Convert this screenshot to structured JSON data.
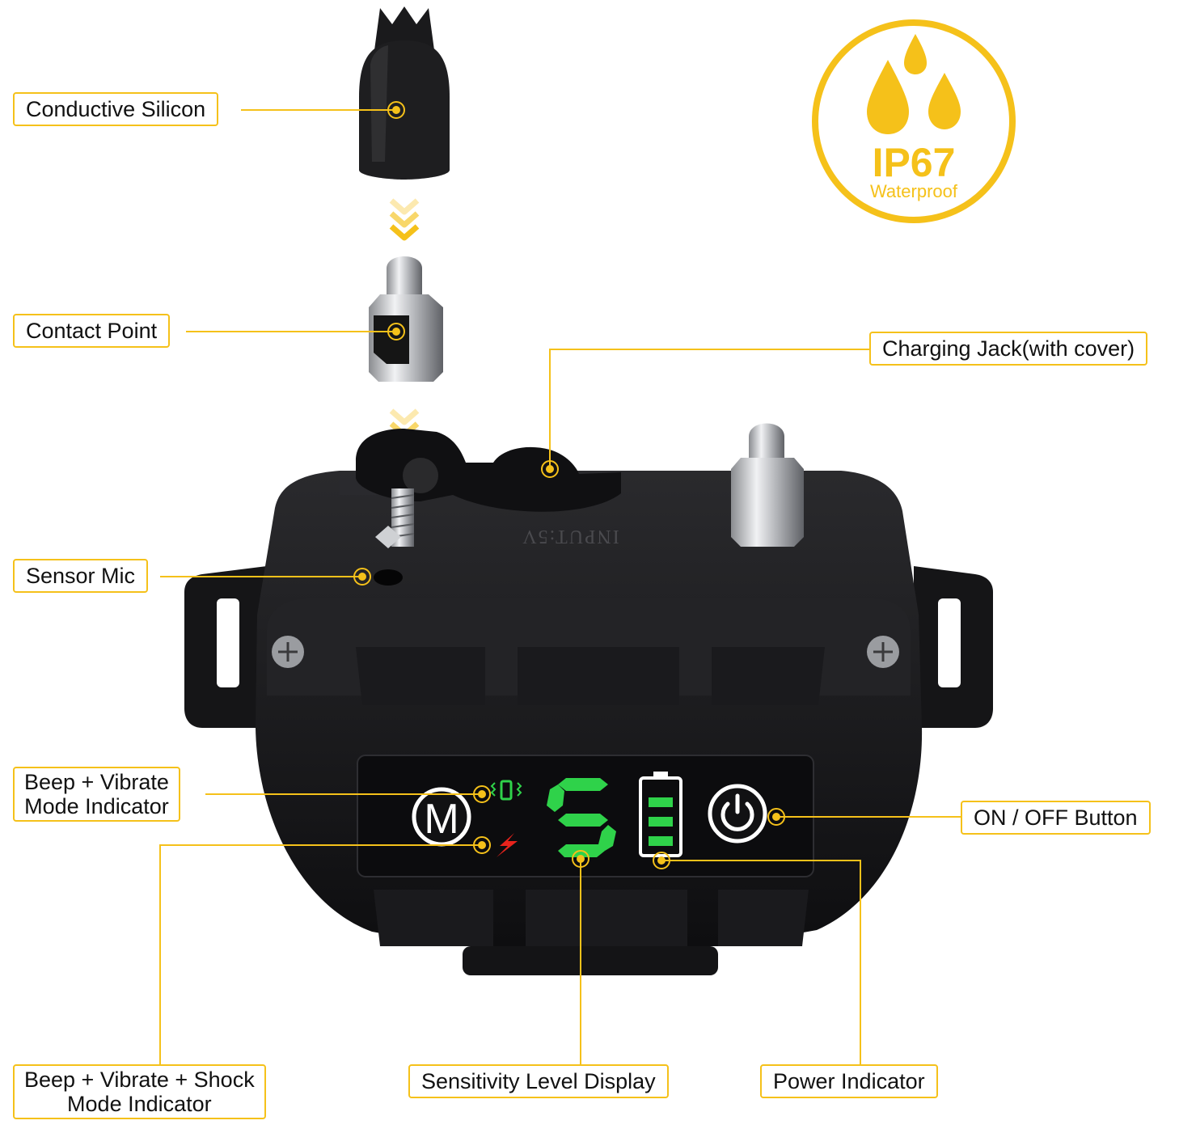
{
  "colors": {
    "accent": "#f5c11a",
    "device_body": "#1b1b1d",
    "led_green": "#2fd24a",
    "shock_red": "#e8231c"
  },
  "badge": {
    "rating": "IP67",
    "subtitle": "Waterproof",
    "icon": "water-drops-icon"
  },
  "device": {
    "engraving": "INPUT:5V",
    "mode_button_letter": "M",
    "power_button_icon": "power-icon",
    "sensitivity_digit": "5",
    "battery_bars": 3
  },
  "labels": {
    "conductive_silicon": "Conductive Silicon",
    "contact_point": "Contact Point",
    "charging_jack": "Charging Jack(with cover)",
    "sensor_mic": "Sensor Mic",
    "beep_vibrate": [
      "Beep + Vibrate",
      "Mode Indicator"
    ],
    "on_off_button": "ON / OFF Button",
    "beep_vibrate_shock": [
      "Beep + Vibrate + Shock",
      "Mode Indicator"
    ],
    "sensitivity_display": "Sensitivity Level Display",
    "power_indicator": "Power Indicator"
  }
}
